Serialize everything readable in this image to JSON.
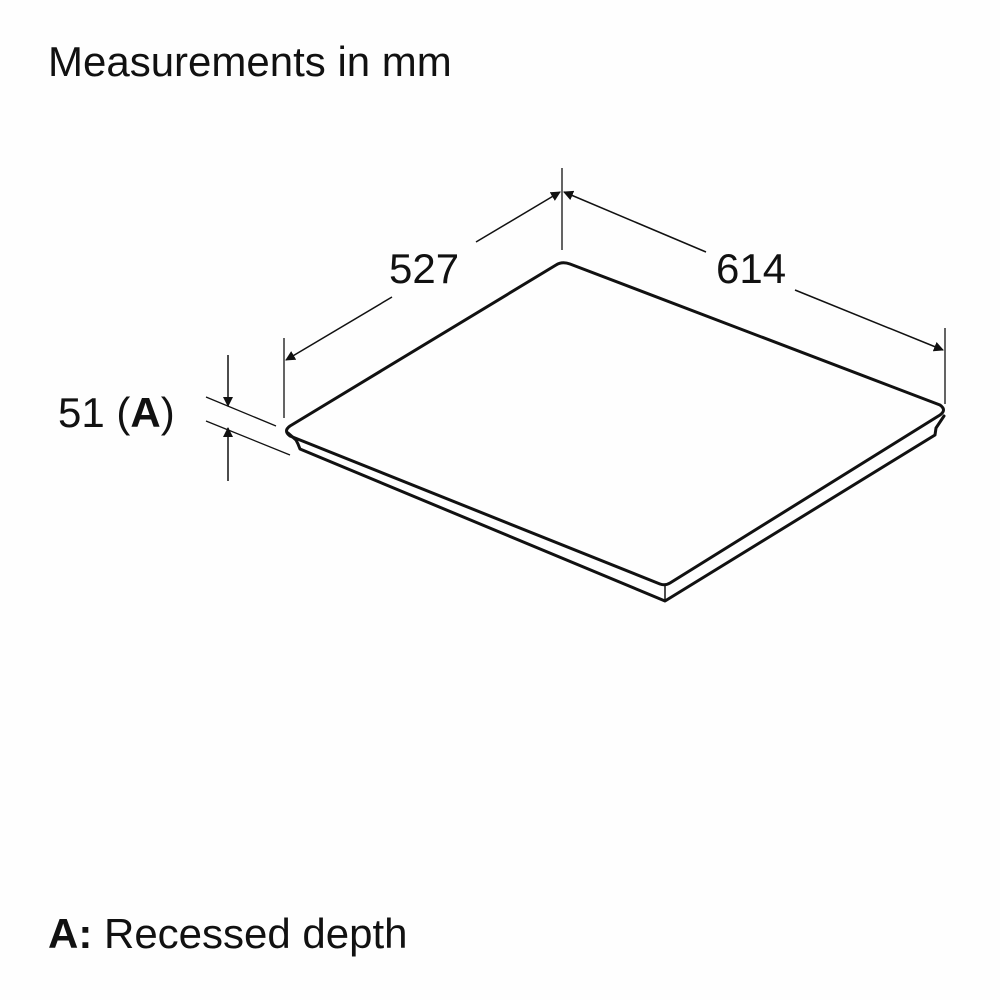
{
  "title": "Measurements in mm",
  "dimensions": {
    "depth": "527",
    "width": "614",
    "height_value": "51",
    "height_open": " (",
    "height_key": "A",
    "height_close": ")"
  },
  "legend": {
    "key": "A:",
    "description": " Recessed depth"
  },
  "colors": {
    "line": "#111111",
    "background": "#fefefe"
  }
}
